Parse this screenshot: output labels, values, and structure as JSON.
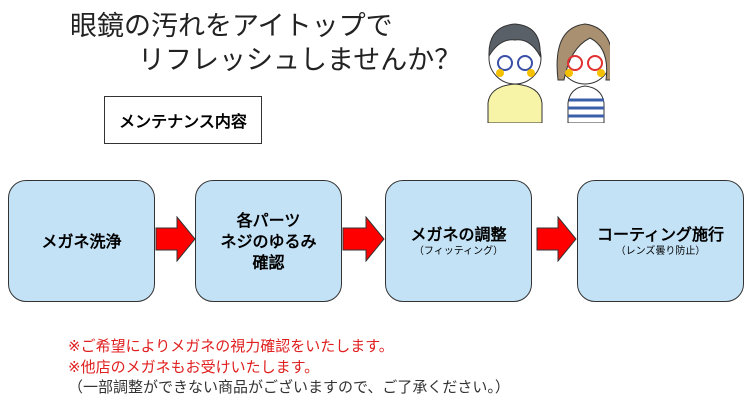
{
  "title": {
    "line1": "眼鏡の汚れをアイトップで",
    "line2": "リフレッシュしませんか？"
  },
  "section_label": "メンテナンス内容",
  "steps": [
    {
      "label": "メガネ洗浄"
    },
    {
      "line1": "各パーツ",
      "line2": "ネジのゆるみ",
      "line3": "確認"
    },
    {
      "label": "メガネの調整",
      "sub": "（フィッティング）"
    },
    {
      "label": "コーティング施行",
      "sub": "（レンズ曇り防止）"
    }
  ],
  "notes": [
    "※ご希望によりメガネの視力確認をいたします。",
    "※他店のメガネもお受けいたします。",
    "（一部調整ができない商品がございますので、ご了承ください。）"
  ],
  "colors": {
    "box": "#c4e2f6",
    "arrow": "#ff0000",
    "note_red": "#e02020"
  }
}
